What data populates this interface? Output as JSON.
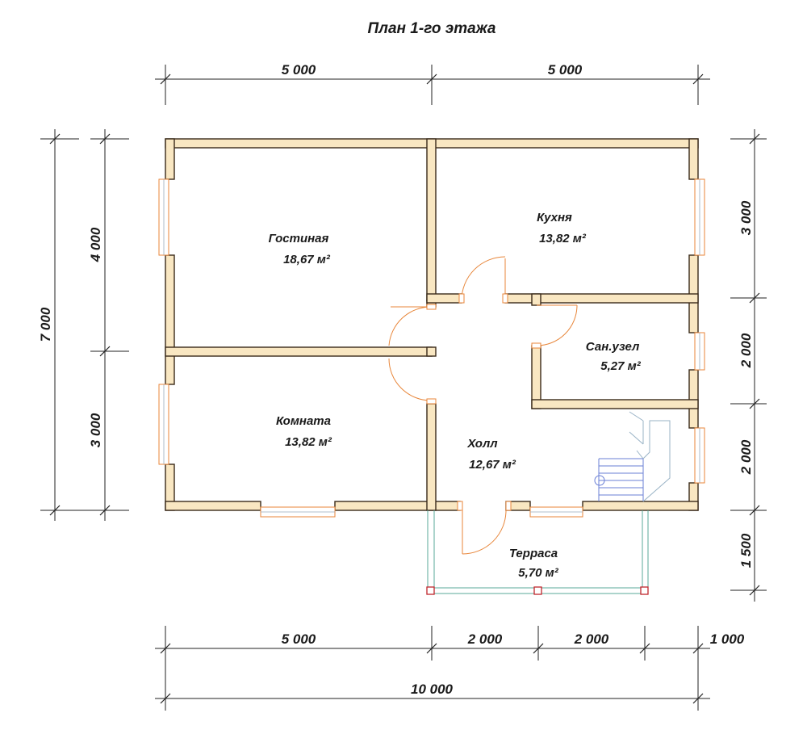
{
  "title": "План 1-го этажа",
  "dimensions": {
    "top": [
      "5 000",
      "5 000"
    ],
    "left_total": "7 000",
    "left_parts": [
      "4 000",
      "3 000"
    ],
    "right_parts": [
      "3 000",
      "2 000",
      "2 000",
      "1 500"
    ],
    "bottom_parts": [
      "5 000",
      "2 000",
      "2 000",
      "1 000"
    ],
    "bottom_total": "10 000"
  },
  "rooms": [
    {
      "name": "Гостиная",
      "area": "18,67 м²"
    },
    {
      "name": "Кухня",
      "area": "13,82 м²"
    },
    {
      "name": "Сан.узел",
      "area": "5,27 м²"
    },
    {
      "name": "Комната",
      "area": "13,82 м²"
    },
    {
      "name": "Холл",
      "area": "12,67 м²"
    },
    {
      "name": "Терраса",
      "area": "5,70 м²"
    }
  ],
  "colors": {
    "wall_fill": "#f9e7c2",
    "wall_stroke": "#3a2a1a",
    "door": "#e8863a",
    "terrace": "#5aa89a",
    "post": "#c0262d",
    "stair": "#6a7fd6"
  }
}
